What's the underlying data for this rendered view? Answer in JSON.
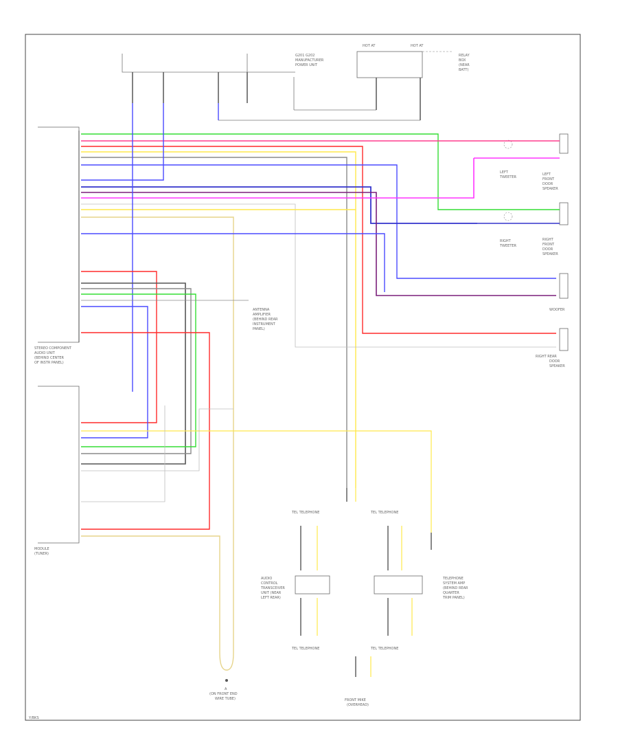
{
  "colors": {
    "red": "#ff2a2a",
    "pink": "#ff3b8d",
    "green": "#33dd33",
    "blue": "#4a4aff",
    "violet": "#9d5fd0",
    "gray": "#8a8a8a",
    "dark": "#222222",
    "yellow": "#ffe84a",
    "lightyellow": "#e6d48a",
    "lightgray": "#bdbdbd",
    "magenta": "#ff33ff",
    "dkblue": "#3333cc",
    "purple": "#7a1f7a"
  },
  "footer": {
    "code": "Y/BKS"
  },
  "components": {
    "stereo_unit_label": [
      "STEREO COMPONENT",
      "AUDIO UNIT",
      "(BEHIND CENTER",
      "OF INSTR PANEL)"
    ],
    "module_label": [
      "MODULE",
      "(TUNER)"
    ],
    "junction_top": [
      "G201 G202",
      "MANUFACTURER",
      "POWER UNIT"
    ],
    "relay_top_left": "HOT AT",
    "relay_top_right": "HOT AT",
    "relay_label": [
      "RELAY",
      "BOX",
      "(NEAR",
      "BATT)"
    ],
    "antenna_note": [
      "ANTENNA",
      "AMPLIFIER",
      "(BEHIND REAR",
      "INSTRUMENT",
      "PANEL)"
    ],
    "left_front_door": [
      "LEFT",
      "FRONT",
      "DOOR",
      "SPEAKER"
    ],
    "left_tweeter": [
      "LEFT",
      "TWEETER"
    ],
    "right_front_door": [
      "RIGHT",
      "FRONT",
      "DOOR",
      "SPEAKER"
    ],
    "right_tweeter": [
      "RIGHT",
      "TWEETER"
    ],
    "woofer": "WOOFER",
    "right_rear_door": [
      "RIGHT REAR",
      "DOOR",
      "SPEAKER"
    ],
    "tel_top_left": "TEL TELEPHONE",
    "tel_top_right": "TEL TELEPHONE",
    "tel_bot_left": "TEL TELEPHONE",
    "tel_bot_right": "TEL TELEPHONE",
    "amp_box": [
      "AUDIO",
      "CONTROL",
      "TRANSCEIVER",
      "UNIT (NEAR",
      "LEFT REAR)"
    ],
    "amp_box_right": [
      "TELEPHONE",
      "SYSTEM AMP",
      "(BEHIND REAR",
      "QUARTER",
      "TRIM PANEL)"
    ],
    "front_mic": [
      "FRONT MIKE",
      "(OVERHEAD)"
    ],
    "bot_ground": [
      "A",
      "(ON FRONT END",
      "WIRE TUBE)"
    ]
  }
}
